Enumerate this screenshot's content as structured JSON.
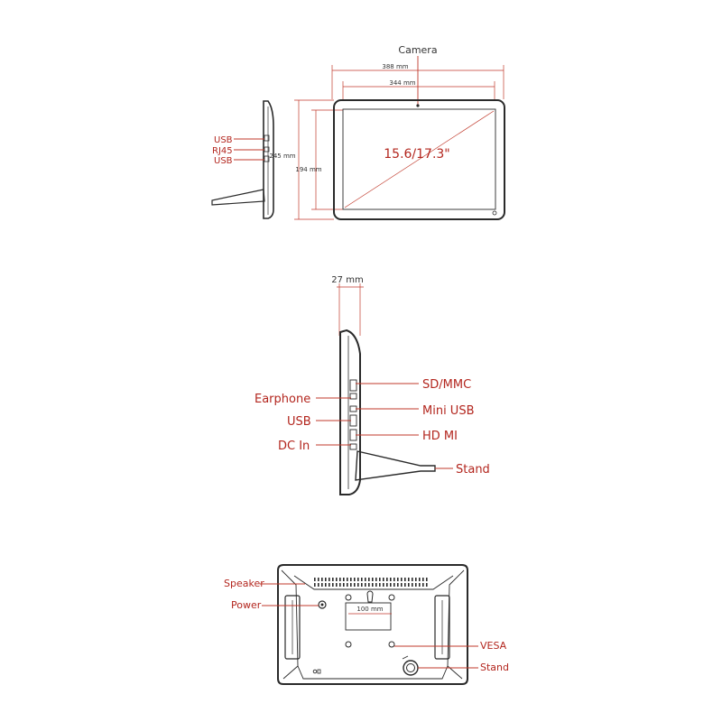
{
  "front_view": {
    "camera_label": "Camera",
    "width_outer": "388 mm",
    "width_inner": "344 mm",
    "height_outer": "245 mm",
    "height_inner": "194 mm",
    "screen_size": "15.6/17.3\""
  },
  "side_view_left": {
    "ports": [
      "USB",
      "RJ45",
      "USB"
    ]
  },
  "side_view": {
    "depth": "27 mm",
    "left_ports": [
      "Earphone",
      "USB",
      "DC In"
    ],
    "right_ports": [
      "SD/MMC",
      "Mini USB",
      "HD MI"
    ],
    "stand_label": "Stand"
  },
  "back_view": {
    "speaker_label": "Speaker",
    "power_label": "Power",
    "vesa_spacing": "100 mm",
    "vesa_label": "VESA",
    "stand_label": "Stand"
  },
  "colors": {
    "accent": "#b3261e",
    "outline": "#2a2a2a"
  }
}
